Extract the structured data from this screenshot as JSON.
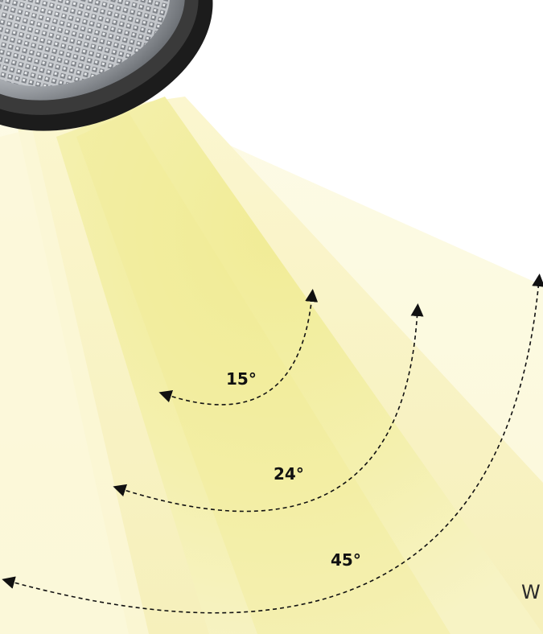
{
  "beam_angles": [
    {
      "label": "15°"
    },
    {
      "label": "24°"
    },
    {
      "label": "45°"
    }
  ],
  "edge_text": "W",
  "colors": {
    "beam_core": "#f2ee9a",
    "beam_mid": "#f7f3be",
    "beam_outer": "#fbf9de",
    "arc_stroke": "#111111",
    "lamp_body": "#1c1c1c",
    "lamp_metal": "#b9bcc0"
  },
  "icons": {
    "lamp": "spotlight-lamp-icon",
    "arrow": "arrowhead-icon"
  }
}
